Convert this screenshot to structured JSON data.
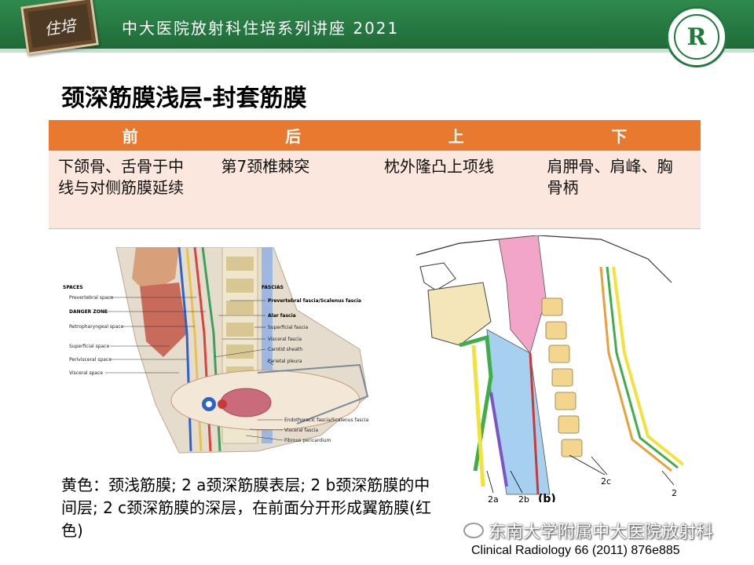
{
  "header": {
    "badge_text": "住培",
    "title": "中大医院放射科住培系列讲座 2021",
    "logo_letter": "R"
  },
  "slide": {
    "title": "颈深筋膜浅层-封套筋膜"
  },
  "table": {
    "headers": [
      "前",
      "后",
      "上",
      "下"
    ],
    "cells": [
      "下颌骨、舌骨于中线与对侧筋膜延续",
      "第7颈椎棘突",
      "枕外隆凸上项线",
      "肩胛骨、肩峰、胸骨柄"
    ]
  },
  "figure_left": {
    "spaces_heading": "SPACES",
    "spaces": [
      "Prevertebral space",
      "DANGER ZONE",
      "Retropharyngeal space",
      "Superficial space",
      "Perivisceral space",
      "Visceral space"
    ],
    "fascias_heading": "FASCIAS",
    "fascias": [
      "Prevertebral fascia/Scalenus fascia",
      "Alar fascia",
      "Superficial fascia",
      "Visceral fascia",
      "Carotid sheath",
      "Parietal pleura",
      "Endothoracic fascia/Scalenus fascia",
      "Visceral fascia",
      "Fibrous pericardium"
    ]
  },
  "figure_right": {
    "labels": [
      "2c",
      "2",
      "2a",
      "2b",
      "(b)"
    ]
  },
  "caption": "黄色：颈浅筋膜; 2 a颈深筋膜表层; 2 b颈深筋膜的中间层; 2 c颈深筋膜的深层，在前面分开形成翼筋膜(红色)",
  "watermark": "东南大学附属中大医院放射科",
  "citation": "Clinical Radiology 66 (2011) 876e885",
  "colors": {
    "header_green": "#2f8a4e",
    "table_header_orange": "#e8792e",
    "table_body": "#fbe7dd"
  }
}
